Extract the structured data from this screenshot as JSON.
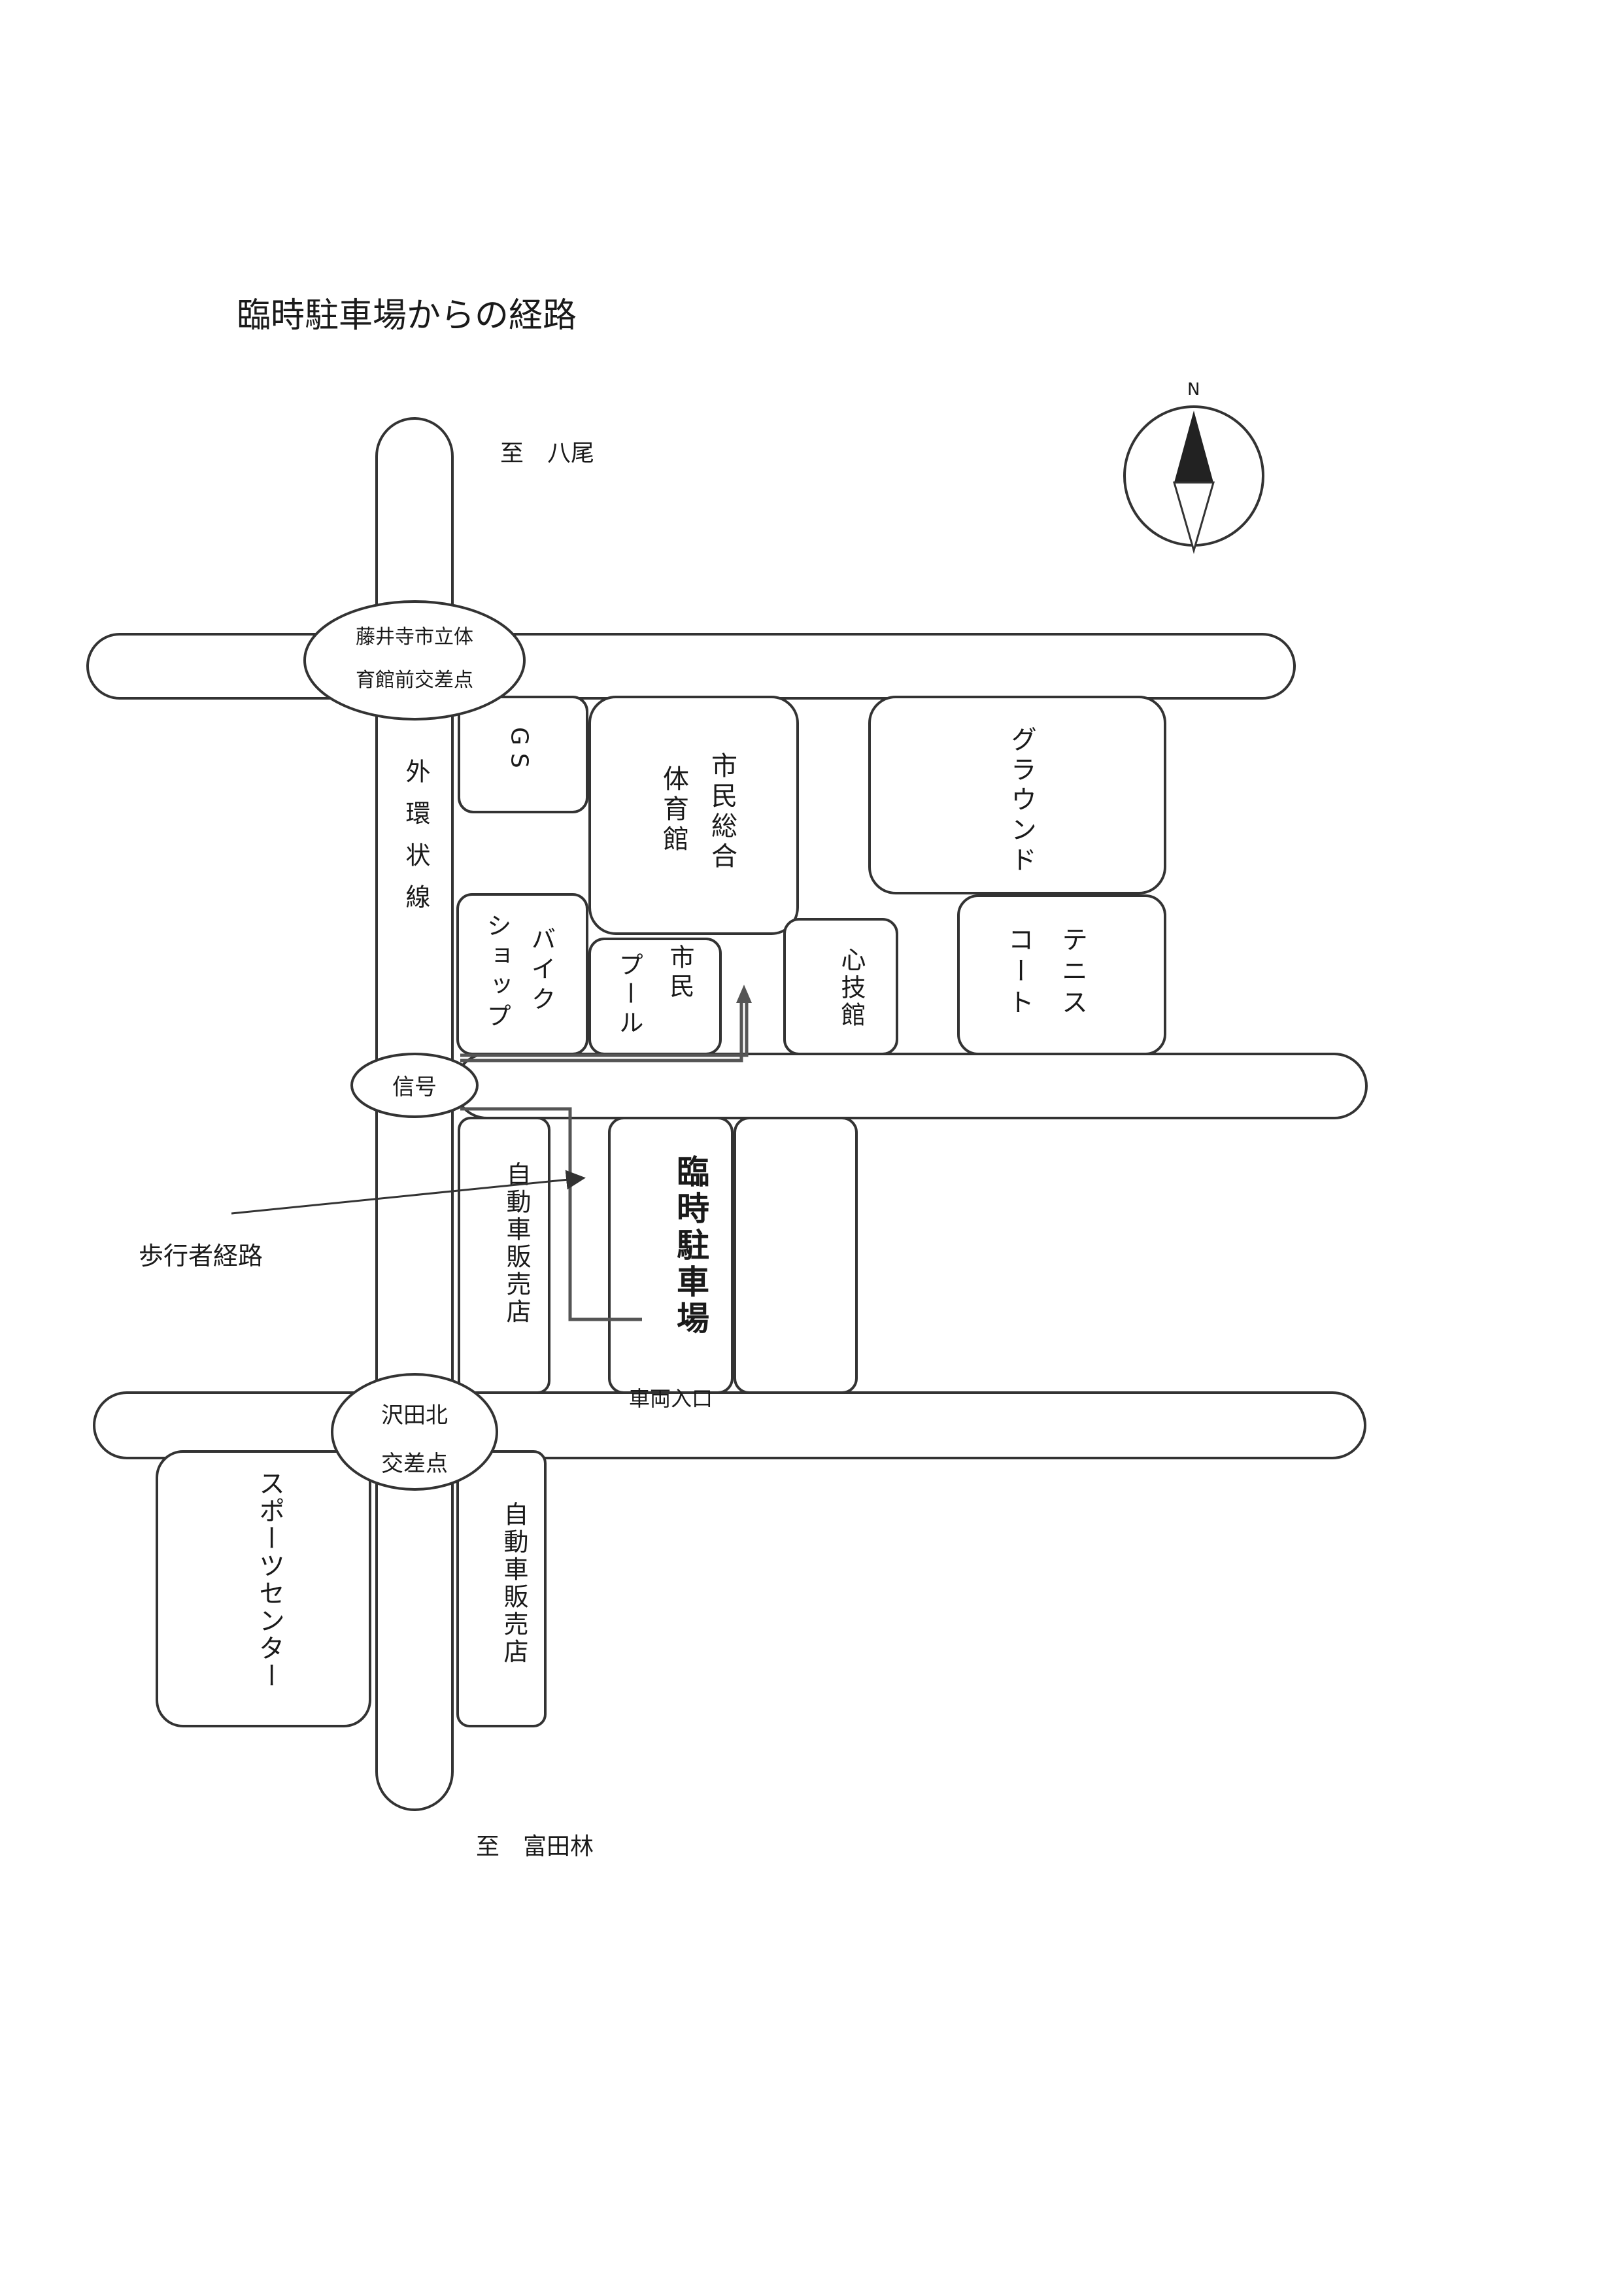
{
  "title": "臨時駐車場からの経路",
  "destinations": {
    "north": "至　八尾",
    "south": "至　富田林"
  },
  "compass": {
    "north_letter": "N"
  },
  "intersections": {
    "top": {
      "line1": "藤井寺市立体",
      "line2": "育館前交差点"
    },
    "signal": "信号",
    "bottom": {
      "line1": "沢田北",
      "line2": "交差点"
    }
  },
  "road_label": "外環状線",
  "buildings": {
    "gs": "GS",
    "gym_col1": "市民総合",
    "gym_col2": "体育館",
    "ground": "グラウンド",
    "bike_col1": "バイク",
    "bike_col2": "ショップ",
    "pool_col1": "市民",
    "pool_col2": "プール",
    "shingikan": "心技館",
    "tennis_col1": "テニス",
    "tennis_col2": "コート",
    "car_dealer_top": "自動車販売店",
    "parking": "臨時駐車場",
    "car_dealer_bottom": "自動車販売店",
    "sports_center": "スポーツセンター"
  },
  "labels": {
    "pedestrian_route": "歩行者経路",
    "vehicle_entrance": "車両入口"
  },
  "colors": {
    "line": "#333333",
    "route": "#555555",
    "paper": "#ffffff"
  }
}
